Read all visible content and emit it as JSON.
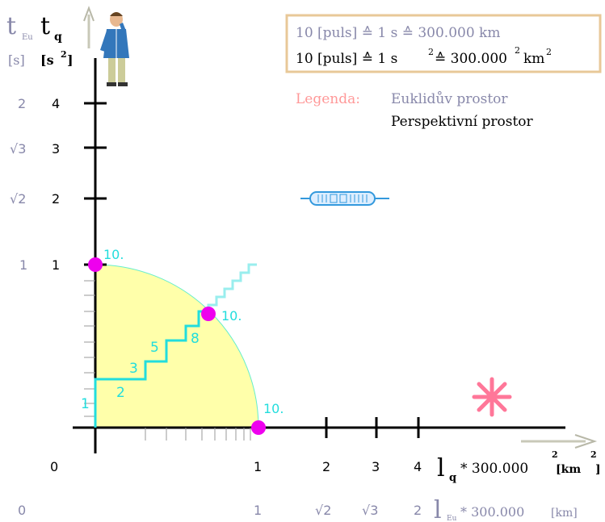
{
  "axes": {
    "t_eu": "t",
    "t_eu_sub": "Eu",
    "t_q": "t",
    "t_q_sub": "q",
    "unit_s": "[s]",
    "unit_s2": "[s",
    "unit_s2_sup": "2",
    "unit_s2_close": "]"
  },
  "y_ticks": [
    {
      "eu": "2",
      "q": "4"
    },
    {
      "eu": "√3",
      "q": "3"
    },
    {
      "eu": "√2",
      "q": "2"
    },
    {
      "eu": "1",
      "q": "1"
    }
  ],
  "x_ticks_q": [
    "0",
    "1",
    "2",
    "3",
    "4"
  ],
  "x_ticks_eu": [
    "0",
    "1",
    "√2",
    "√3",
    "2"
  ],
  "x_label_q": {
    "l": "l",
    "sub": "q",
    "mult": "* 300.000",
    "sup": "2",
    "unit": "[km",
    "unit_sup": "2",
    "unit_close": "]"
  },
  "x_label_eu": {
    "l": "l",
    "sub": "Eu",
    "mult": "* 300.000",
    "unit": "[km]"
  },
  "info_box": {
    "line1": "10 [puls] ≙ 1 s  ≙ 300.000 km",
    "line2_a": "10 [puls] ≙ 1 s",
    "line2_sup1": "2",
    "line2_b": " ≙ 300.000",
    "line2_sup2": "2",
    "line2_c": "km",
    "line2_sup3": "2"
  },
  "legend": {
    "title": "Legenda:",
    "euclid": "Euklidův prostor",
    "perspective": "Perspektivní prostor"
  },
  "step_labels": [
    "1",
    "2",
    "3",
    "5",
    "8"
  ],
  "marker_labels": [
    "10.",
    "10.",
    "10."
  ],
  "colors": {
    "eu_gray": "#8888aa",
    "cyan": "#22dddd",
    "magenta": "#ee00ee",
    "yellow_fill": "#ffffaa",
    "legend_pink": "#ff9999",
    "box_border": "#e8c898",
    "star": "#ff7799"
  },
  "icons": [
    "person-figure-icon",
    "chip-icon",
    "asterisk-icon"
  ]
}
